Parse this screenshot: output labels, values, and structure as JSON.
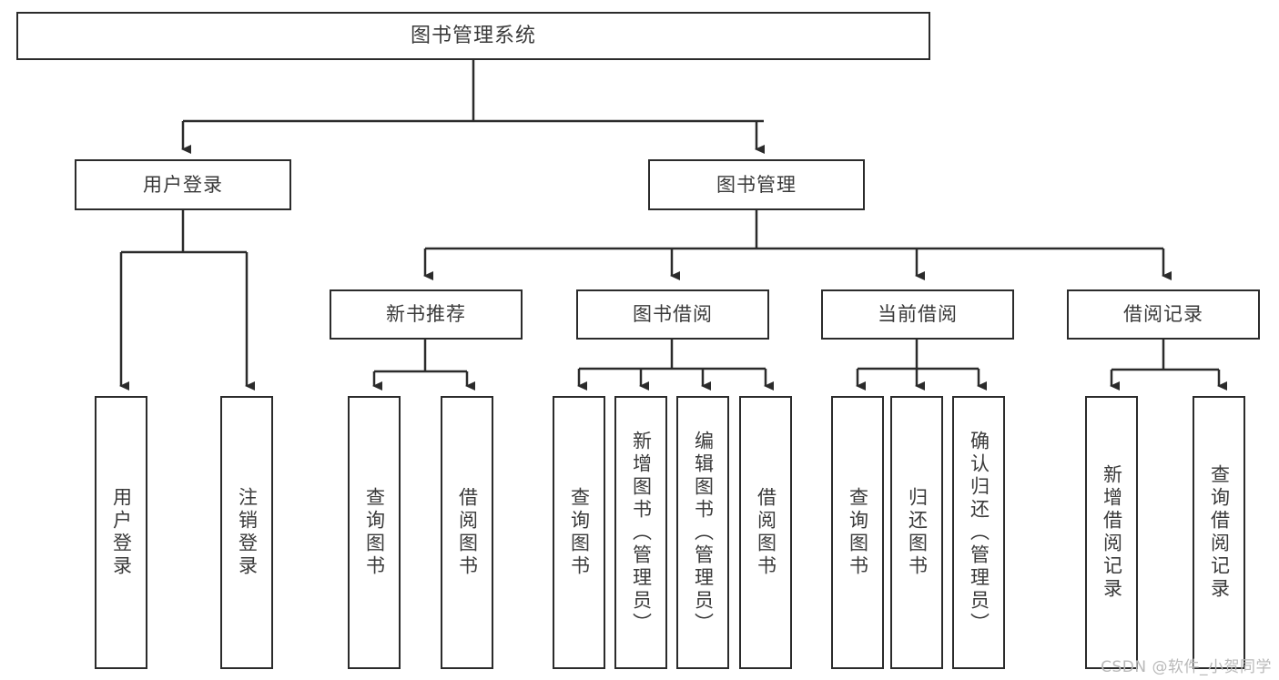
{
  "diagram": {
    "type": "tree",
    "title": "图书管理系统",
    "watermark": "CSDN @软件_小贺同学",
    "colors": {
      "box_border": "#2b2b2b",
      "box_fill": "#ffffff",
      "text": "#3a3a3a",
      "connector": "#2b2b2b",
      "watermark": "#b9b9b9"
    },
    "levels": {
      "root": {
        "label": "图书管理系统"
      },
      "level1": [
        {
          "label": "用户登录"
        },
        {
          "label": "图书管理"
        }
      ],
      "level2": [
        {
          "label": "新书推荐"
        },
        {
          "label": "图书借阅"
        },
        {
          "label": "当前借阅"
        },
        {
          "label": "借阅记录"
        }
      ],
      "level3": {
        "user_login": [
          {
            "label": "用户登录"
          },
          {
            "label": "注销登录"
          }
        ],
        "new_book_recommend": [
          {
            "label": "查询图书"
          },
          {
            "label": "借阅图书"
          }
        ],
        "book_borrow": [
          {
            "label": "查询图书"
          },
          {
            "label": "新增图书（管理员）"
          },
          {
            "label": "编辑图书（管理员）"
          },
          {
            "label": "借阅图书"
          }
        ],
        "current_borrow": [
          {
            "label": "查询图书"
          },
          {
            "label": "归还图书"
          },
          {
            "label": "确认归还（管理员）"
          }
        ],
        "borrow_record": [
          {
            "label": "新增借阅记录"
          },
          {
            "label": "查询借阅记录"
          }
        ]
      }
    }
  }
}
